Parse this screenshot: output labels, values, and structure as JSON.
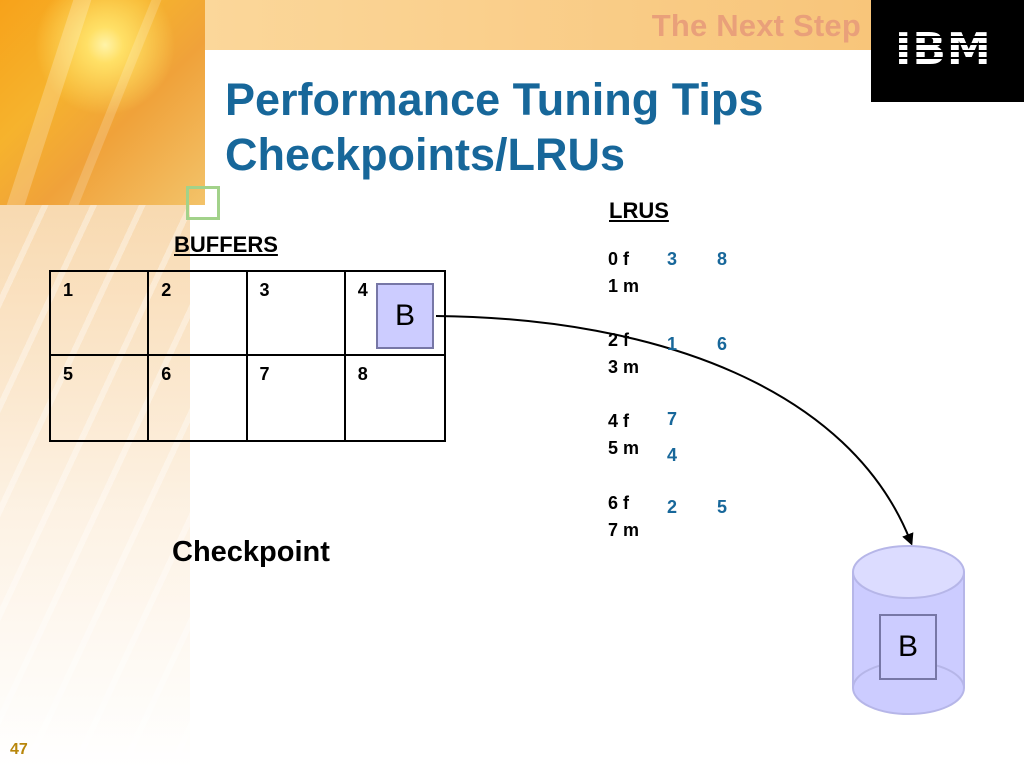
{
  "header": {
    "tagline": "The Next Step",
    "logo": "IBM"
  },
  "title": {
    "line1": "Performance Tuning Tips",
    "line2": "Checkpoints/LRUs"
  },
  "buffers": {
    "label": "BUFFERS",
    "cells": [
      "1",
      "2",
      "3",
      "4",
      "5",
      "6",
      "7",
      "8"
    ],
    "moving_block": "B"
  },
  "checkpoint_label": "Checkpoint",
  "lrus": {
    "label": "LRUS",
    "queues": [
      {
        "label": "0 f",
        "values": [
          "3",
          "8"
        ]
      },
      {
        "label": "1 m",
        "values": []
      },
      {
        "label": "2 f",
        "values": [
          "1",
          "6"
        ]
      },
      {
        "label": "3 m",
        "values": []
      },
      {
        "label": "4 f",
        "values": [
          "7"
        ]
      },
      {
        "label": "5 m",
        "values": [
          "4"
        ]
      },
      {
        "label": "6 f",
        "values": [
          "2",
          "5"
        ]
      },
      {
        "label": "7 m",
        "values": []
      }
    ]
  },
  "disk": {
    "block": "B"
  },
  "colors": {
    "title": "#17679a",
    "block_fill": "#ccccff",
    "disk_fill": "#ccccff",
    "accent_orange": "#f7a21a"
  },
  "page_number": "47"
}
